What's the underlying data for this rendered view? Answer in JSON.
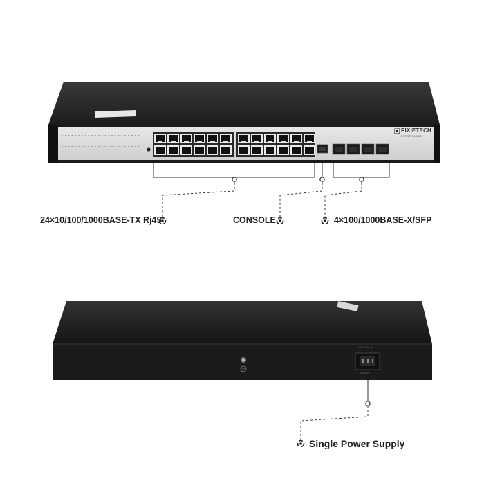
{
  "front_panel": {
    "brand_name": "PIXIETECH",
    "model_text": "PXT-S2700G-24T",
    "port_count": 24,
    "sfp_count": 4
  },
  "rear_panel": {
    "power_rating": "100 - 240V~ 1A",
    "frequency": "50 / 60Hz"
  },
  "callouts": {
    "rj45": "24×10/100/1000BASE-TX Rj45",
    "console": "CONSOLE",
    "sfp": "4×100/1000BASE-X/SFP",
    "power": "Single Power Supply"
  }
}
